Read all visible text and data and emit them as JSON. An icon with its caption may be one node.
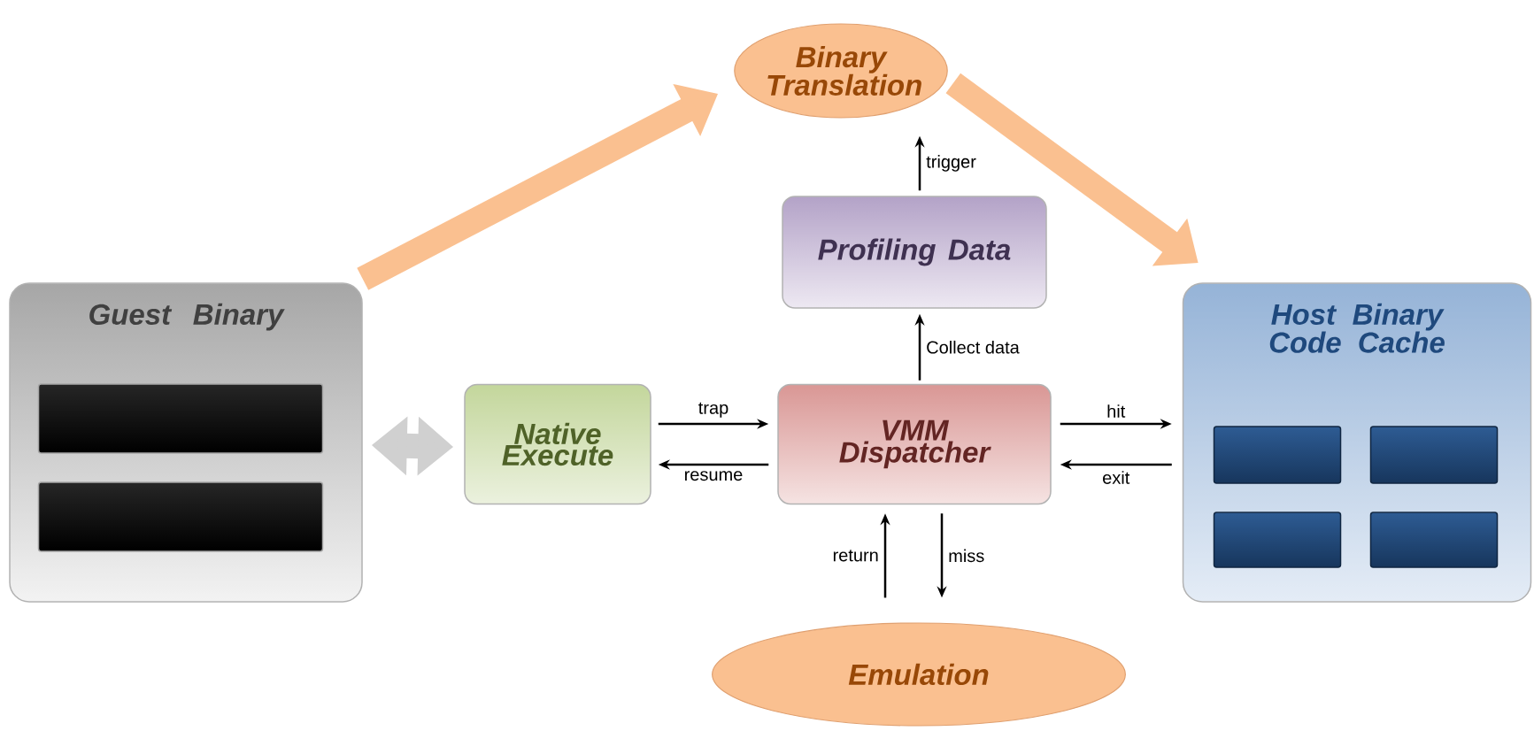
{
  "diagram": {
    "nodes": [
      {
        "text": [
          "Binary Translation"
        ]
      },
      {
        "text": [
          "Profiling Data"
        ]
      },
      {
        "text": [
          "Guest Binary"
        ]
      },
      {
        "text": [],
        "shape": "bar",
        "in": 2
      },
      {
        "text": [],
        "shape": "bar",
        "in": 2
      },
      {
        "text": [
          "Native Execute"
        ]
      },
      {
        "text": [
          "VMM Dispatcher"
        ]
      },
      {
        "text": [
          "Host Binary Code Cache"
        ]
      },
      {
        "text": [],
        "shape": "bar",
        "in": 7
      },
      {
        "text": [],
        "shape": "bar",
        "in": 7
      },
      {
        "text": [],
        "shape": "bar",
        "in": 7
      },
      {
        "text": [],
        "shape": "bar",
        "in": 7
      },
      {
        "text": [
          "Emulation"
        ]
      }
    ],
    "edges": [
      {
        "from": 2,
        "to": 0,
        "arrow": "to",
        "style": "thick",
        "color": "#fac090"
      },
      {
        "from": 0,
        "to": 7,
        "arrow": "to",
        "style": "thick",
        "color": "#fac090"
      },
      {
        "from": 2,
        "to": 5,
        "arrow": "both",
        "style": "thick",
        "color": "#d0d0d0"
      },
      {
        "from": 5,
        "to": 6,
        "arrow": "to",
        "label": "trap"
      },
      {
        "from": 6,
        "to": 5,
        "arrow": "to",
        "label": "resume"
      },
      {
        "from": 6,
        "to": 1,
        "arrow": "to",
        "label": "Collect data"
      },
      {
        "from": 1,
        "to": 0,
        "arrow": "to",
        "label": "trigger"
      },
      {
        "from": 6,
        "to": 7,
        "arrow": "to",
        "label": "hit"
      },
      {
        "from": 7,
        "to": 6,
        "arrow": "to",
        "label": "exit"
      },
      {
        "from": 6,
        "to": 12,
        "arrow": "to",
        "label": "miss"
      },
      {
        "from": 12,
        "to": 6,
        "arrow": "to",
        "label": "return"
      }
    ]
  }
}
